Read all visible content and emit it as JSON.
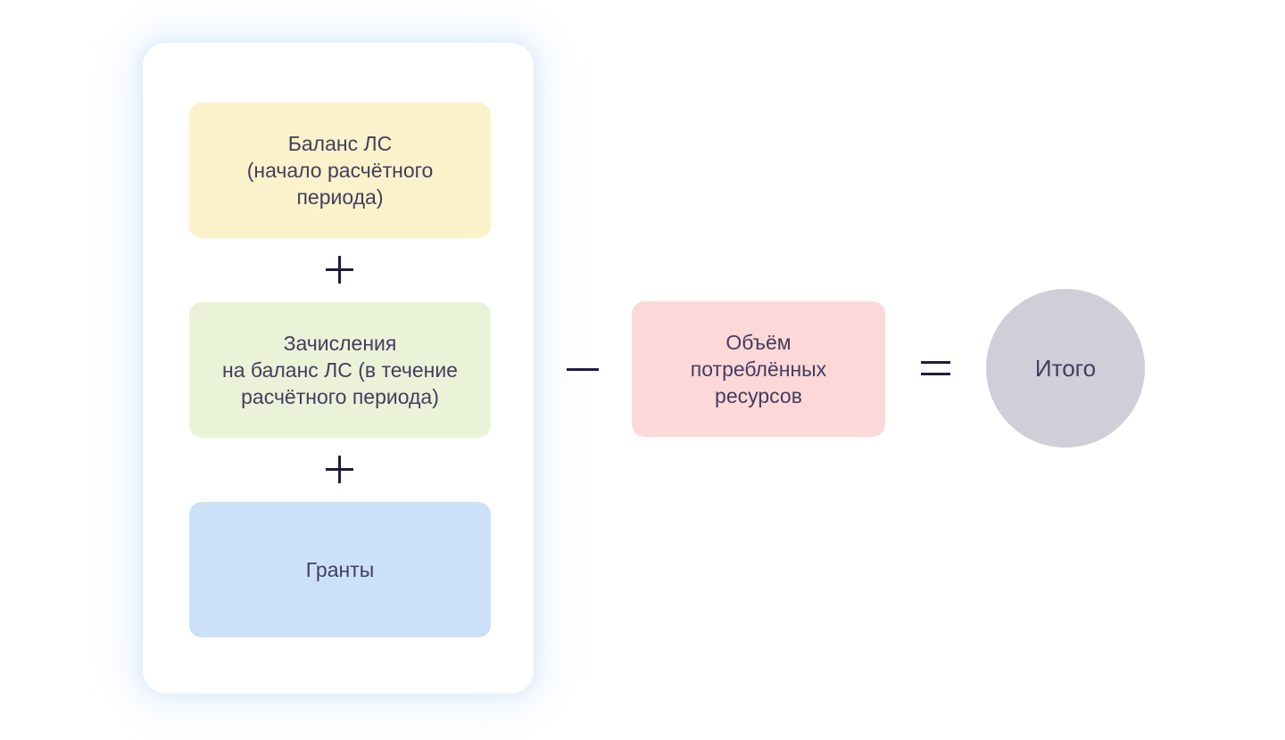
{
  "page": {
    "background": "#ffffff"
  },
  "formula": {
    "operand_boxes": [
      {
        "id": "balance",
        "label": "Баланс ЛС\n(начало расчётного\nпериода)",
        "color": "#fbf2cb"
      },
      {
        "id": "topups",
        "label": "Зачисления\nна баланс ЛС (в течение\nрасчётного периода)",
        "color": "#eaf2d8"
      },
      {
        "id": "grants",
        "label": "Гранты",
        "color": "#cce1f8"
      }
    ],
    "subtrahend_box": {
      "id": "consumed",
      "label": "Объём\nпотреблённых\nресурсов",
      "color": "#fdd8d8"
    },
    "result_circle": {
      "id": "total",
      "label": "Итого",
      "color": "#d0ced8"
    },
    "operators": {
      "plus": "+",
      "minus": "−",
      "equals": "="
    },
    "colors": {
      "text": "#433e5e",
      "operator": "#1f1b3e",
      "card_background": "#ffffff",
      "card_glow": "#cfe3f8"
    }
  }
}
